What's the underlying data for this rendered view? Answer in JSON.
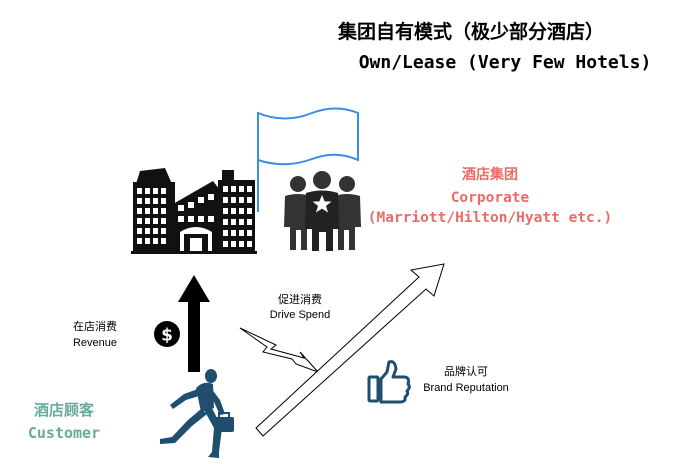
{
  "title": {
    "zh": "集团自有模式（极少部分酒店）",
    "en": "Own/Lease (Very Few Hotels)"
  },
  "corporate": {
    "zh": "酒店集团",
    "en_line1": "Corporate",
    "en_line2": "(Marriott/Hilton/Hyatt etc.)"
  },
  "customer": {
    "zh": "酒店顾客",
    "en": "Customer"
  },
  "labels": {
    "revenue_zh": "在店消费",
    "revenue_en": "Revenue",
    "drive_zh": "促进消费",
    "drive_en": "Drive Spend",
    "brand_zh": "品牌认可",
    "brand_en": "Brand Reputation"
  },
  "icons": {
    "buildings": "buildings-icon",
    "flag": "flag-icon",
    "people": "business-people-icon",
    "dollar": "dollar-coin-icon",
    "thumbs": "thumbs-up-icon",
    "runner": "running-businessman-icon"
  },
  "colors": {
    "corporate": "#ea6b66",
    "customer": "#67ab9f",
    "flag": "#3a8ee6",
    "thumbs": "#1f4e6e"
  }
}
